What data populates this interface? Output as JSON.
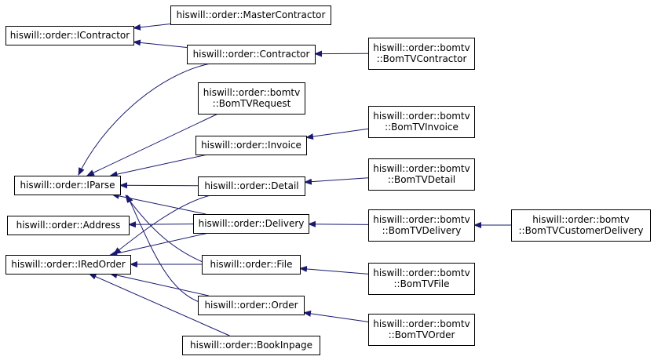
{
  "colors": {
    "edge": "#191970",
    "node_border": "#000000",
    "node_fill": "#ffffff",
    "background": "#ffffff"
  },
  "nodes": [
    {
      "id": "master_contractor",
      "lines": [
        "hiswill::order::MasterContractor"
      ]
    },
    {
      "id": "icontractor",
      "lines": [
        "hiswill::order::IContractor"
      ]
    },
    {
      "id": "contractor",
      "lines": [
        "hiswill::order::Contractor"
      ]
    },
    {
      "id": "bomtv_contractor",
      "lines": [
        "hiswill::order::bomtv",
        "::BomTVContractor"
      ]
    },
    {
      "id": "bomtv_request",
      "lines": [
        "hiswill::order::bomtv",
        "::BomTVRequest"
      ]
    },
    {
      "id": "bomtv_invoice",
      "lines": [
        "hiswill::order::bomtv",
        "::BomTVInvoice"
      ]
    },
    {
      "id": "invoice",
      "lines": [
        "hiswill::order::Invoice"
      ]
    },
    {
      "id": "bomtv_detail",
      "lines": [
        "hiswill::order::bomtv",
        "::BomTVDetail"
      ]
    },
    {
      "id": "iparse",
      "lines": [
        "hiswill::order::IParse"
      ]
    },
    {
      "id": "detail",
      "lines": [
        "hiswill::order::Detail"
      ]
    },
    {
      "id": "address",
      "lines": [
        "hiswill::order::Address"
      ]
    },
    {
      "id": "delivery",
      "lines": [
        "hiswill::order::Delivery"
      ]
    },
    {
      "id": "bomtv_delivery",
      "lines": [
        "hiswill::order::bomtv",
        "::BomTVDelivery"
      ]
    },
    {
      "id": "bomtv_customer_delivery",
      "lines": [
        "hiswill::order::bomtv",
        "::BomTVCustomerDelivery"
      ]
    },
    {
      "id": "iredorder",
      "lines": [
        "hiswill::order::IRedOrder"
      ]
    },
    {
      "id": "file",
      "lines": [
        "hiswill::order::File"
      ]
    },
    {
      "id": "bomtv_file",
      "lines": [
        "hiswill::order::bomtv",
        "::BomTVFile"
      ]
    },
    {
      "id": "order",
      "lines": [
        "hiswill::order::Order"
      ]
    },
    {
      "id": "bomtv_order",
      "lines": [
        "hiswill::order::bomtv",
        "::BomTVOrder"
      ]
    },
    {
      "id": "bookinpage",
      "lines": [
        "hiswill::order::BookInpage"
      ]
    }
  ],
  "edges": [
    {
      "from": "master_contractor",
      "to": "icontractor"
    },
    {
      "from": "contractor",
      "to": "icontractor"
    },
    {
      "from": "bomtv_contractor",
      "to": "contractor"
    },
    {
      "from": "contractor",
      "to": "iparse"
    },
    {
      "from": "bomtv_request",
      "to": "iparse"
    },
    {
      "from": "invoice",
      "to": "iparse"
    },
    {
      "from": "bomtv_invoice",
      "to": "invoice"
    },
    {
      "from": "detail",
      "to": "iparse"
    },
    {
      "from": "bomtv_detail",
      "to": "detail"
    },
    {
      "from": "delivery",
      "to": "iparse"
    },
    {
      "from": "file",
      "to": "iparse"
    },
    {
      "from": "order",
      "to": "iparse"
    },
    {
      "from": "bomtv_delivery",
      "to": "delivery"
    },
    {
      "from": "bomtv_customer_delivery",
      "to": "bomtv_delivery"
    },
    {
      "from": "delivery",
      "to": "address"
    },
    {
      "from": "detail",
      "to": "iredorder"
    },
    {
      "from": "delivery",
      "to": "iredorder"
    },
    {
      "from": "file",
      "to": "iredorder"
    },
    {
      "from": "order",
      "to": "iredorder"
    },
    {
      "from": "bookinpage",
      "to": "iredorder"
    },
    {
      "from": "bomtv_file",
      "to": "file"
    },
    {
      "from": "bomtv_order",
      "to": "order"
    }
  ]
}
